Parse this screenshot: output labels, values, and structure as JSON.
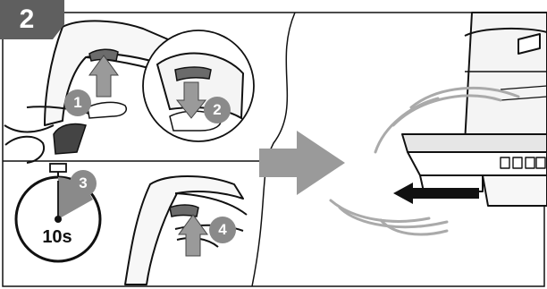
{
  "step": {
    "number": "2"
  },
  "timer": {
    "label": "10s"
  },
  "callouts": [
    "1",
    "2",
    "3",
    "4"
  ],
  "colors": {
    "badge": "#5f5f5f",
    "callout": "#8a8a8a",
    "arrow": "#9a9a9a",
    "line": "#111111"
  },
  "icons": {
    "push_arrow": "arrow-up-icon",
    "release_arrow": "arrow-down-icon",
    "timer": "stopwatch-icon",
    "direction": "arrow-right-icon",
    "insert": "arrow-left-icon"
  }
}
